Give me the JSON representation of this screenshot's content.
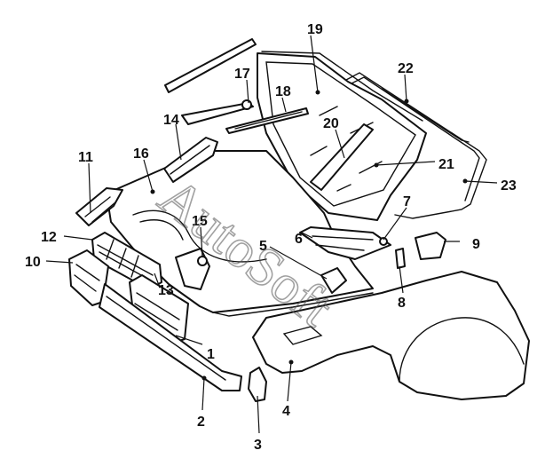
{
  "watermark": "AutoSoft",
  "callouts": [
    "1",
    "2",
    "3",
    "4",
    "5",
    "6",
    "7",
    "8",
    "9",
    "10",
    "11",
    "12",
    "13",
    "14",
    "15",
    "16",
    "17",
    "18",
    "19",
    "20",
    "21",
    "22",
    "23"
  ],
  "colors": {
    "line": "#111111",
    "background": "#ffffff",
    "watermark": "#555555"
  }
}
